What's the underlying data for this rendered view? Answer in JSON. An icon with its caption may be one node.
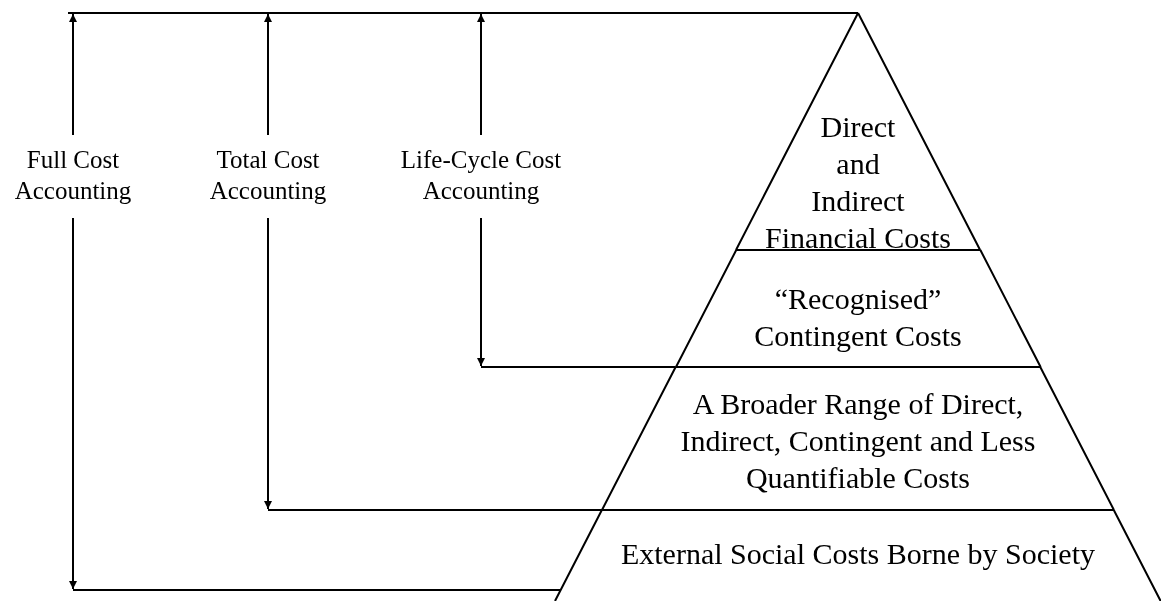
{
  "diagram": {
    "nodes": [
      {
        "text": [
          "Direct and Indirect Financial Costs"
        ]
      },
      {
        "text": [
          "“Recognised” Contingent Costs"
        ]
      },
      {
        "text": [
          "A Broader Range of Direct, Indirect, Contingent and Less Quantifiable Costs"
        ]
      },
      {
        "text": [
          "External Social Costs Borne by Society"
        ]
      }
    ],
    "labels": [
      "Full Cost Accounting",
      "Total Cost Accounting",
      "Life-Cycle Cost Accounting"
    ]
  }
}
